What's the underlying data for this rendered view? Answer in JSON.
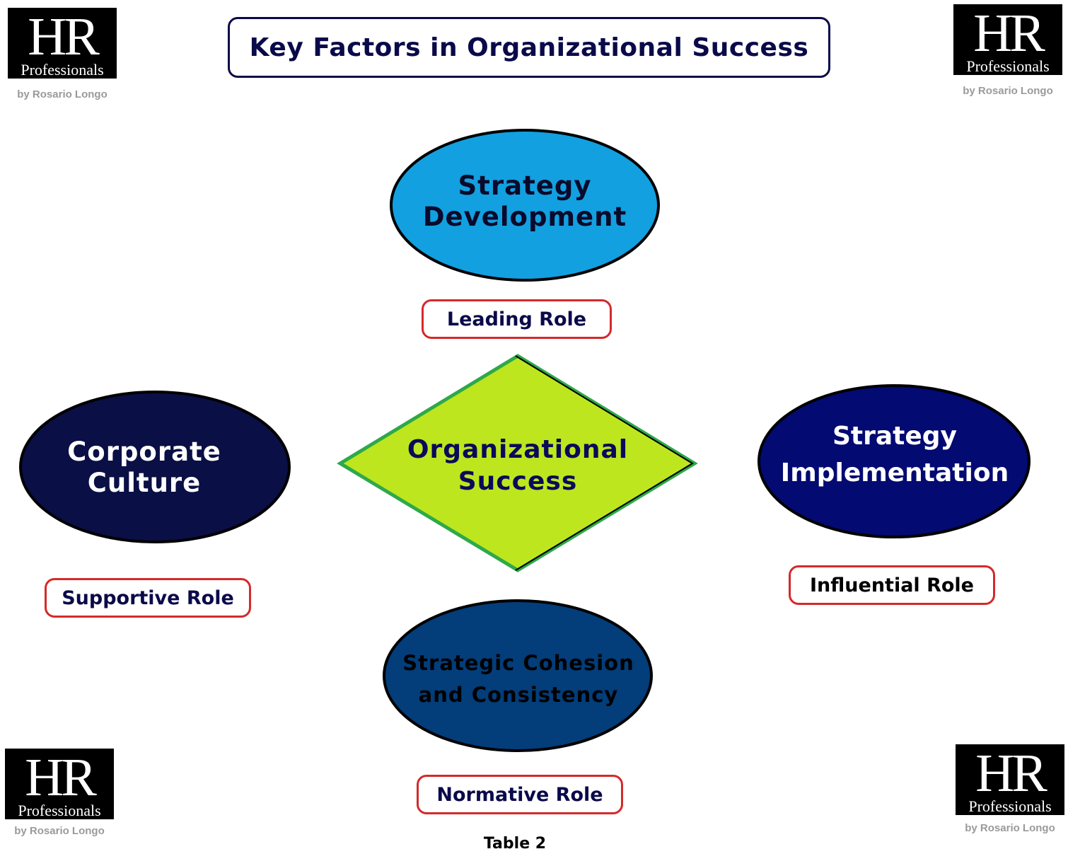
{
  "title": "Key Factors in Organizational Success",
  "logo": {
    "main": "HR",
    "sub": "Professionals",
    "byline": "by Rosario Longo"
  },
  "center": {
    "line1": "Organizational",
    "line2": "Success",
    "fill": "#bde61e",
    "border": "#2ea84a",
    "text_color": "#0a0a5a"
  },
  "nodes": {
    "strategy_development": {
      "line1": "Strategy",
      "line2": "Development",
      "fill": "#12a0e0",
      "text_color": "#0a0a2a",
      "role": "Leading Role"
    },
    "corporate_culture": {
      "line1": "Corporate",
      "line2": "Culture",
      "fill": "#0a0f45",
      "text_color": "#ffffff",
      "role": "Supportive Role"
    },
    "strategy_implementation": {
      "line1": "Strategy",
      "line2": "Implementation",
      "fill": "#030a72",
      "text_color": "#ffffff",
      "role": "Influential Role"
    },
    "strategic_cohesion": {
      "line1": "Strategic Cohesion",
      "line2": "and Consistency",
      "fill": "#033d7a",
      "text_color": "#000000",
      "role": "Normative Role"
    }
  },
  "colors": {
    "role_border": "#d42a2a",
    "role_text": "#0a0a4a",
    "title_border": "#0a0a4a"
  },
  "caption": "Table 2"
}
